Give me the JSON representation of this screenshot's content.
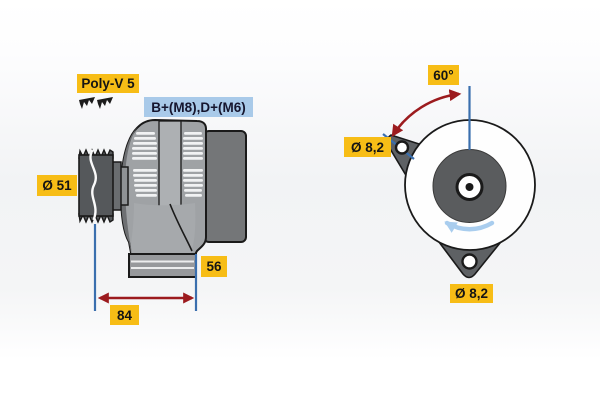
{
  "side_view": {
    "belt_label": "Poly-V 5",
    "terminals_label": "B+(M8),D+(M6)",
    "pulley_diameter_label": "Ø 51",
    "foot_width_label": "56",
    "mounting_length_label": "84"
  },
  "front_view": {
    "angle_label": "60°",
    "upper_hole_label": "Ø 8,2",
    "lower_hole_label": "Ø 8,2"
  },
  "colors": {
    "label_yellow": "#F7BD16",
    "label_blue": "#A9CAE9",
    "dimension_red": "#9C1B1E",
    "dimension_blue": "#3A6FAE",
    "rotation_arrow_blue": "#A9CDEE",
    "body_gray": "#9FA2A5",
    "dark_gray": "#5E6164",
    "outline_black": "#1A1A1A"
  },
  "icons": {
    "belt_profile": "belt-profile-icon",
    "rotation_direction": "rotation-direction-arrow",
    "dimension_arrow": "double-headed-arrow"
  }
}
